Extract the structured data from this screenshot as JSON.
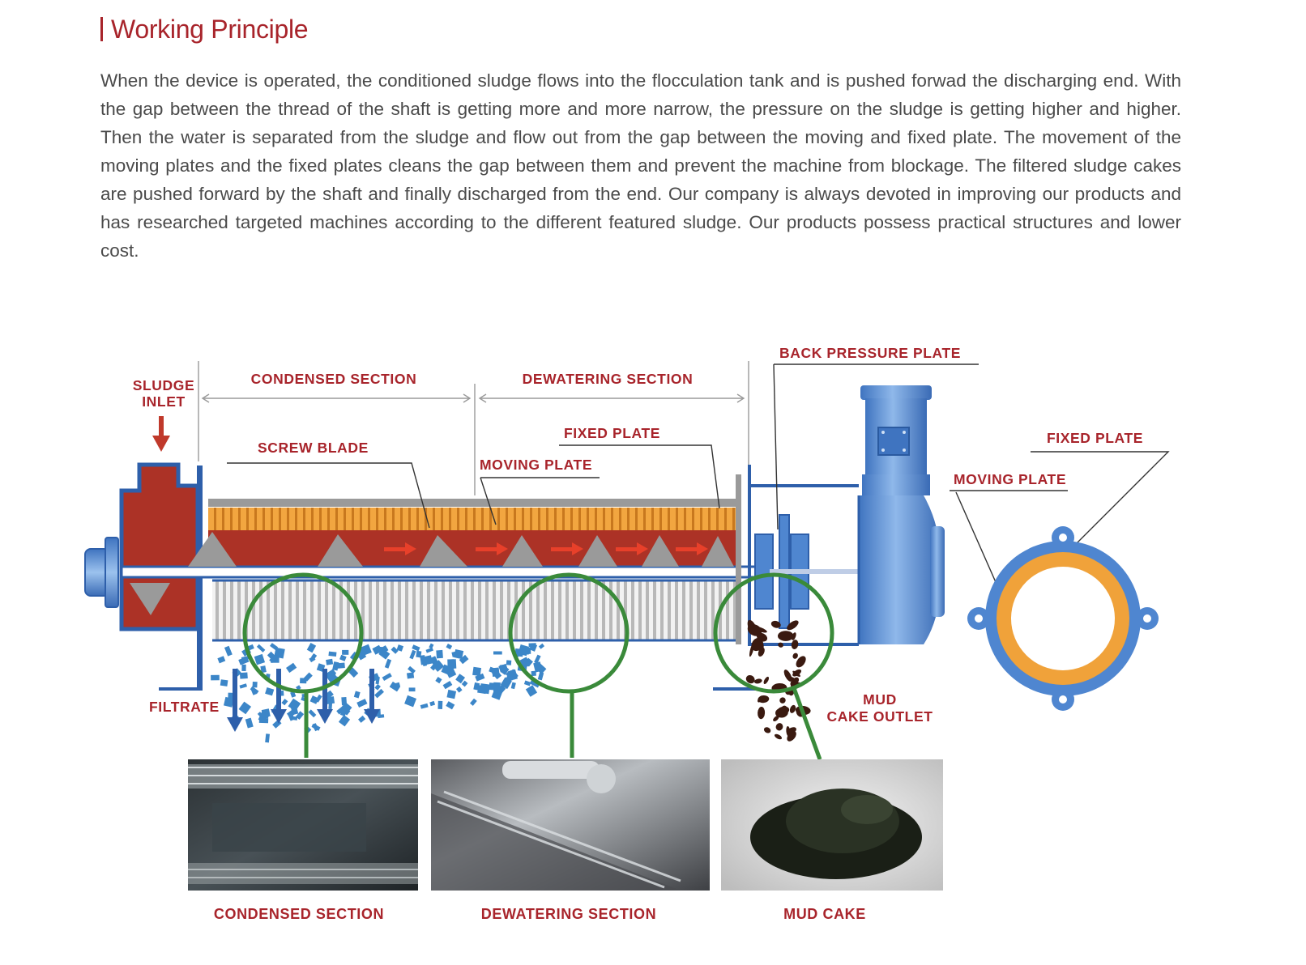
{
  "header": {
    "title": "Working Principle",
    "description": "When the device is operated, the conditioned sludge flows into the flocculation tank and is pushed forwad the discharging end. With the gap between the thread of the shaft is getting more and more narrow, the pressure on the sludge is getting higher and higher. Then the water is separated from the sludge and flow out from the gap between the moving and fixed plate. The movement of the moving plates and the fixed plates cleans the gap between them and prevent the machine from blockage. The filtered sludge cakes are pushed forward by the shaft and finally discharged from the end. Our company is always devoted in improving our products and has researched targeted machines according to the different featured sludge. Our products possess practical structures and lower cost."
  },
  "diagram": {
    "labels": {
      "sludge_inlet_line1": "SLUDGE",
      "sludge_inlet_line2": "INLET",
      "condensed_section": "CONDENSED SECTION",
      "dewatering_section": "DEWATERING SECTION",
      "back_pressure_plate": "BACK PRESSURE PLATE",
      "screw_blade": "SCREW BLADE",
      "fixed_plate": "FIXED PLATE",
      "moving_plate": "MOVING PLATE",
      "ring_fixed_plate": "FIXED PLATE",
      "ring_moving_plate": "MOVING PLATE",
      "filtrate": "FILTRATE",
      "mud_cake_outlet_line1": "MUD",
      "mud_cake_outlet_line2": "CAKE OUTLET"
    },
    "photo_captions": {
      "condensed": "CONDENSED SECTION",
      "dewatering": "DEWATERING SECTION",
      "mud_cake": "MUD CAKE"
    },
    "colors": {
      "accent_red": "#a8242b",
      "frame_blue": "#2e5faa",
      "motor_blue": "#4f86d0",
      "sludge_red": "#ac3226",
      "plate_orange": "#f0a23a",
      "magnifier_green": "#3a8a3a",
      "filtrate_blue": "#3c86c8",
      "mud_brown": "#3a1a10"
    }
  }
}
